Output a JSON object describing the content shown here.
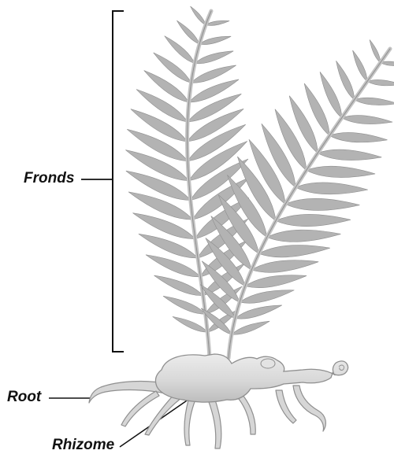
{
  "labels": {
    "fronds": "Fronds",
    "root": "Root",
    "rhizome": "Rhizome"
  },
  "colors": {
    "frond_fill": "#b3b3b3",
    "frond_stroke": "#8e8e8e",
    "rhizome_fill": "#d9d9d9",
    "rhizome_stroke": "#8f8f8f",
    "line": "#111111"
  }
}
